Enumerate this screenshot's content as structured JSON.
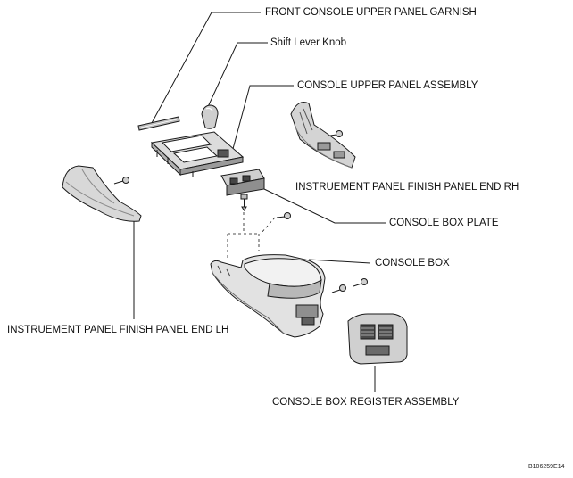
{
  "labels": {
    "front_console_upper_panel_garnish": "FRONT CONSOLE UPPER PANEL GARNISH",
    "shift_lever_knob": "Shift Lever Knob",
    "console_upper_panel_assembly": "CONSOLE UPPER PANEL ASSEMBLY",
    "instrument_panel_finish_panel_end_rh": "INSTRUEMENT PANEL FINISH PANEL END RH",
    "console_box_plate": "CONSOLE BOX PLATE",
    "console_box": "CONSOLE BOX",
    "instrument_panel_finish_panel_end_lh": "INSTRUEMENT PANEL FINISH PANEL END LH",
    "console_box_register_assembly": "CONSOLE BOX REGISTER ASSEMBLY"
  },
  "figure_code": "B106259E14",
  "colors": {
    "line": "#1a1a1a",
    "part_fill": "#e6e6e6",
    "part_shade": "#9a9a9a",
    "background": "#ffffff"
  }
}
